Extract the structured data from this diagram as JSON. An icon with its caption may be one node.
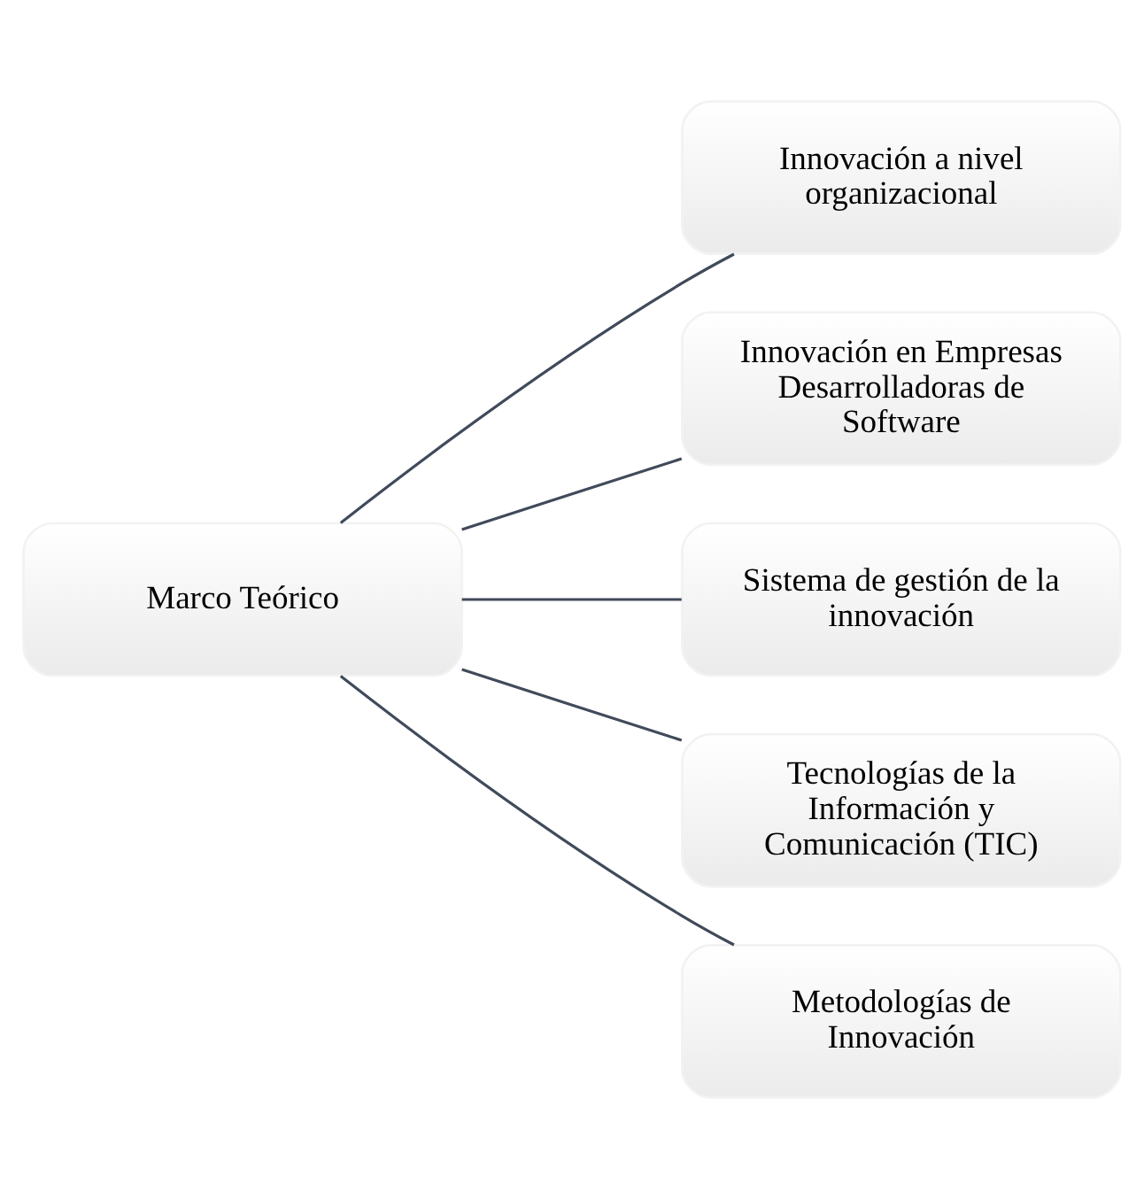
{
  "diagram": {
    "nodes": [
      {
        "text": [
          "Marco Teórico"
        ]
      },
      {
        "text": [
          "Innovación a nivel organizacional"
        ]
      },
      {
        "text": [
          "Innovación en Empresas Desarrolladoras de Software"
        ]
      },
      {
        "text": [
          "Sistema de gestión de la innovación"
        ]
      },
      {
        "text": [
          "Tecnologías de la Información y Comunicación (TIC)"
        ]
      },
      {
        "text": [
          "Metodologías de Innovación"
        ]
      }
    ],
    "edges": [
      {
        "from": 0,
        "to": 1,
        "arrow": "none"
      },
      {
        "from": 0,
        "to": 2,
        "arrow": "none"
      },
      {
        "from": 0,
        "to": 3,
        "arrow": "none"
      },
      {
        "from": 0,
        "to": 4,
        "arrow": "none"
      },
      {
        "from": 0,
        "to": 5,
        "arrow": "none"
      }
    ]
  }
}
